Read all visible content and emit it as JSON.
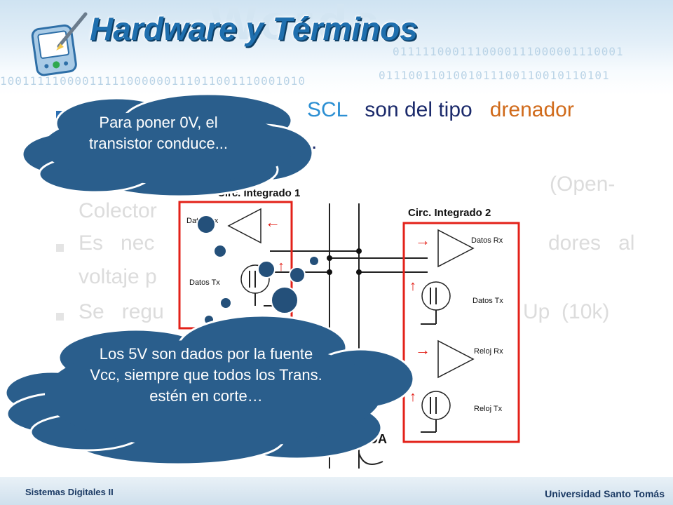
{
  "slide": {
    "title": "Hardware y Términos",
    "banner_word": "Words",
    "binary_rows": [
      "0111110001110000111000001110001",
      "10011111000011111000000111011001110001010",
      "0111001101001011100110010110101"
    ],
    "bullets": [
      {
        "line1": {
          "a": "SCL",
          "b": "son del tipo",
          "c": "drenador"
        },
        "line2_fragment": "."
      },
      {
        "line1": "(Open-",
        "line2": "Colector"
      },
      {
        "line1": {
          "a": "Es",
          "b": "nec",
          "c": "dores",
          "d": "al"
        },
        "line2": "voltaje p"
      },
      {
        "line1": {
          "a": "Se",
          "b": "regu",
          "c": "Up",
          "d": "(10k)"
        }
      }
    ],
    "circuit": {
      "chip1_label": "Circ. Integrado 1",
      "chip2_label": "Circ. Integrado 2",
      "chip1_pins": [
        "Datos Rx",
        "Datos Tx"
      ],
      "chip2_pins": [
        "Datos Rx",
        "Datos Tx",
        "Reloj Rx",
        "Reloj Tx"
      ],
      "bus_label": "SDA"
    },
    "callouts": {
      "top": "Para poner 0V, el transistor conduce...",
      "bottom": "Los 5V son dados por la fuente Vcc, siempre que todos los Trans. estén en corte…"
    },
    "footer": {
      "left": "Sistemas Digitales II",
      "right": "Universidad Santo Tomás"
    }
  },
  "colors": {
    "title": "#1f6fae",
    "body_text": "#1b2a6b",
    "highlight_blue": "#2c8fd3",
    "highlight_orange": "#d06a1a",
    "chip_border": "#e32119",
    "arrow_red": "#e32119",
    "cloud": "#2a5e8c"
  }
}
